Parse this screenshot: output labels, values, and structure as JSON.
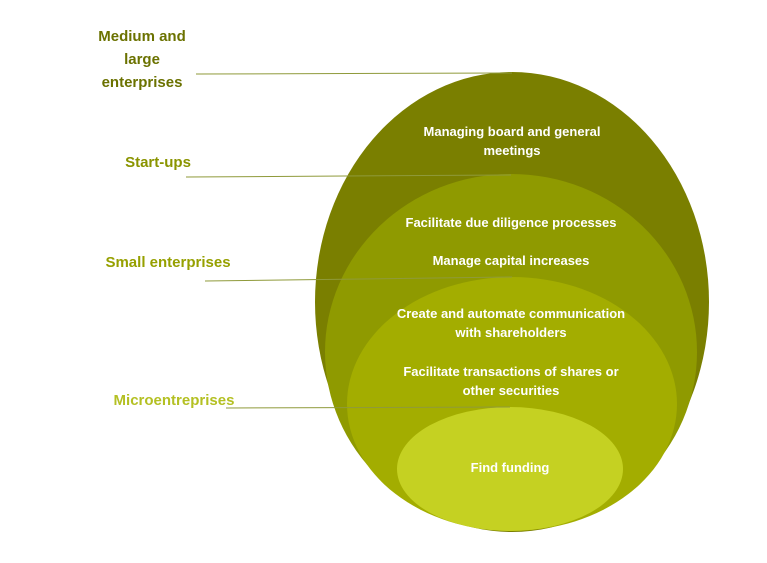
{
  "colors": {
    "medium_large": "#7a7f00",
    "start_ups": "#8f9a00",
    "small": "#a3ad00",
    "micro": "#c5d122",
    "label_dark": "#6b7200",
    "label_mid": "#8a9400",
    "label_small": "#96a000",
    "label_micro": "#b4c023",
    "leader_line": "#8f9a3a",
    "inner_text": "#ffffff"
  },
  "segments": [
    {
      "label_lines": [
        "Medium and",
        "large",
        "enterprises"
      ],
      "items": [
        "Managing board and general meetings"
      ]
    },
    {
      "label_lines": [
        "Start-ups"
      ],
      "items": [
        "Facilitate due diligence processes",
        "Manage capital increases"
      ]
    },
    {
      "label_lines": [
        "Small enterprises"
      ],
      "items": [
        "Create and automate communication with shareholders",
        "Facilitate transactions of shares or other securities"
      ]
    },
    {
      "label_lines": [
        "Microentreprises"
      ],
      "items": [
        "Find funding"
      ]
    }
  ]
}
